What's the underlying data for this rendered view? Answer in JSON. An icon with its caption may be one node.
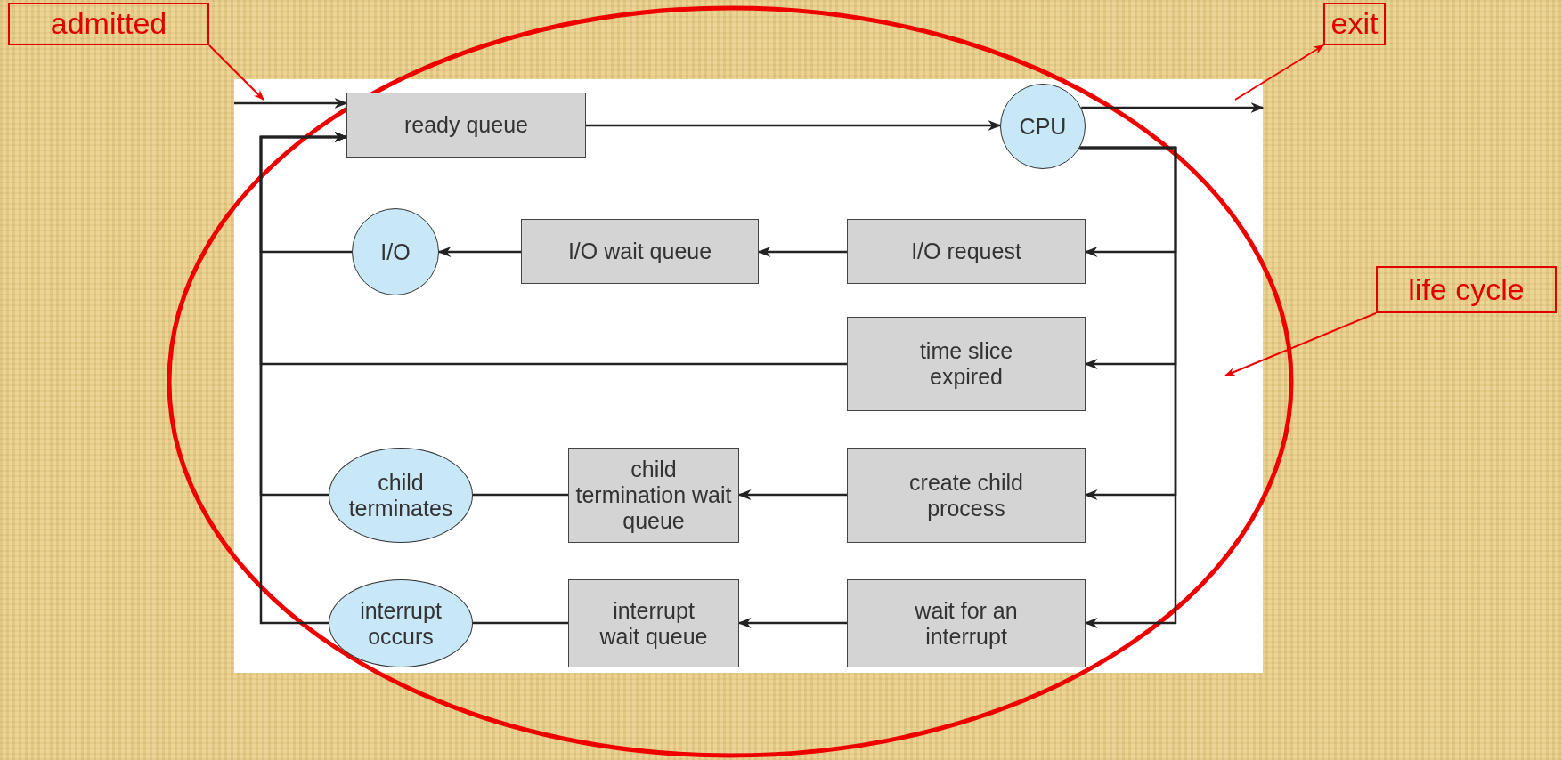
{
  "diagram": {
    "nodes": [
      {
        "text": [
          "admitted"
        ]
      },
      {
        "text": [
          "exit"
        ]
      },
      {
        "text": [
          "ready queue"
        ]
      },
      {
        "text": [
          "CPU"
        ]
      },
      {
        "text": [
          "I/O"
        ]
      },
      {
        "text": [
          "I/O wait queue"
        ]
      },
      {
        "text": [
          "I/O request"
        ]
      },
      {
        "text": [
          "life cycle"
        ]
      },
      {
        "text": [
          "time slice expired"
        ]
      },
      {
        "text": [
          "child terminates"
        ]
      },
      {
        "text": [
          "child termination wait queue"
        ]
      },
      {
        "text": [
          "create child process"
        ]
      },
      {
        "text": [
          "interrupt occurs"
        ]
      },
      {
        "text": [
          "interrupt wait queue"
        ]
      },
      {
        "text": [
          "wait for an interrupt"
        ]
      }
    ],
    "edges": [
      {
        "from": null,
        "to": 2,
        "arrow": "to"
      },
      {
        "from": 2,
        "to": 3,
        "arrow": "to"
      },
      {
        "from": 3,
        "to": null,
        "arrow": "to"
      },
      {
        "from": 3,
        "to": 6,
        "arrow": "to"
      },
      {
        "from": 3,
        "to": 8,
        "arrow": "to"
      },
      {
        "from": 3,
        "to": 11,
        "arrow": "to"
      },
      {
        "from": 3,
        "to": 14,
        "arrow": "to"
      },
      {
        "from": 6,
        "to": 5,
        "arrow": "to"
      },
      {
        "from": 5,
        "to": 4,
        "arrow": "to"
      },
      {
        "from": 4,
        "to": 2,
        "arrow": "to"
      },
      {
        "from": 8,
        "to": 2,
        "arrow": "to"
      },
      {
        "from": 9,
        "to": 2,
        "arrow": "to"
      },
      {
        "from": 12,
        "to": 2,
        "arrow": "to"
      },
      {
        "from": 11,
        "to": 10,
        "arrow": "to"
      },
      {
        "from": 10,
        "to": 9,
        "arrow": "none"
      },
      {
        "from": 14,
        "to": 13,
        "arrow": "to"
      },
      {
        "from": 13,
        "to": 12,
        "arrow": "none"
      },
      {
        "from": 0,
        "to": null,
        "arrow": "to",
        "color": "#ee0000"
      },
      {
        "from": null,
        "to": 1,
        "arrow": "to",
        "color": "#ee0000"
      },
      {
        "from": 7,
        "to": null,
        "arrow": "to",
        "color": "#ee0000"
      }
    ]
  }
}
